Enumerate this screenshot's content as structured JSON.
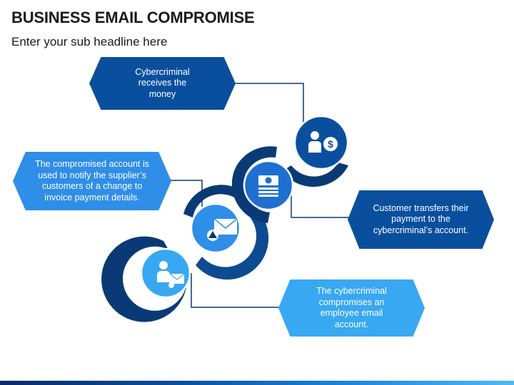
{
  "header": {
    "title": "BUSINESS EMAIL COMPROMISE",
    "subtitle": "Enter your sub headline here"
  },
  "steps": [
    {
      "text": "The cybercriminal compromises an employee email account.",
      "icon": "user-mail-icon"
    },
    {
      "text": "The compromised account is used to notify the supplier’s customers of a change to invoice payment details.",
      "icon": "mail-warning-icon"
    },
    {
      "text": "Customer transfers their payment to the cybercriminal’s account.",
      "icon": "cash-stack-icon"
    },
    {
      "text": "Cybercriminal receives the money",
      "icon": "user-dollar-icon"
    }
  ],
  "colors": {
    "dark_navy": "#0a3a75",
    "dark_blue": "#0a4f9e",
    "mid_blue": "#1e6fd0",
    "light_blue": "#2f8ee8",
    "sky_blue": "#38a8f2"
  }
}
